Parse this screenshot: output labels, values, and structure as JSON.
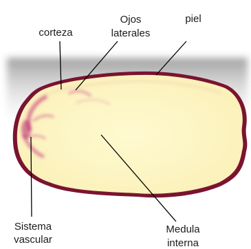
{
  "labels": {
    "corteza": "corteza",
    "ojos_line1": "Ojos",
    "ojos_line2": "laterales",
    "piel": "piel",
    "sistema_line1": "Sistema",
    "sistema_line2": "vascular",
    "medula_line1": "Medula",
    "medula_line2": "interna"
  },
  "colors": {
    "flesh": "#fdf6c0",
    "skin": "#7a1430",
    "vascular": "#c2287a",
    "leader_line": "#000000"
  }
}
